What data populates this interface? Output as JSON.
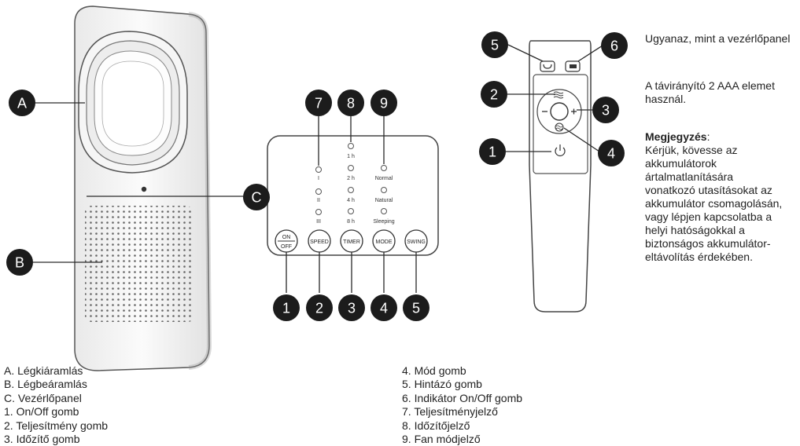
{
  "callouts": {
    "A": "A",
    "B": "B",
    "C": "C",
    "n1": "1",
    "n2": "2",
    "n3": "3",
    "n4": "4",
    "n5": "5",
    "n7": "7",
    "n8": "8",
    "n9": "9",
    "r1": "1",
    "r2": "2",
    "r3": "3",
    "r4": "4",
    "r5": "5",
    "r6": "6"
  },
  "control_panel": {
    "buttons": {
      "on": "ON",
      "off": "OFF",
      "speed": "SPEED",
      "timer": "TIMER",
      "mode": "MODE",
      "swing": "SWING"
    },
    "speed_levels": [
      "I",
      "II",
      "III"
    ],
    "timer_levels": [
      "1 h",
      "2 h",
      "4 h",
      "8 h"
    ],
    "mode_levels": [
      "Normal",
      "Natural",
      "Sleeping"
    ]
  },
  "legend_left": [
    "A. Légkiáramlás",
    "B. Légbeáramlás",
    "C. Vezérlőpanel",
    "1. On/Off gomb",
    "2. Teljesítmény gomb",
    "3. Időzítő gomb"
  ],
  "legend_right": [
    "4. Mód gomb",
    "5. Hintázó gomb",
    "6. Indikátor On/Off gomb",
    "7. Teljesítményjelző",
    "8. Időzítőjelző",
    "9. Fan módjelző"
  ],
  "notes": {
    "same_as_panel": "Ugyanaz, mint a vezérlőpanel",
    "batteries": "A távirányító 2 AAA elemet használ.",
    "note_label": "Megjegyzés",
    "note_colon": ":",
    "note_text": "Kérjük, kövesse az akkumulátorok ártalmatlanítására vonatkozó utasításokat az akkumulátor csomagolásán, vagy lépjen kapcsolatba a helyi hatóságokkal a biztonságos akkumulátor-eltávolítás érdekében."
  },
  "colors": {
    "callout_fill": "#1c1c1c",
    "line": "#2a2a2a",
    "outline": "#444444"
  }
}
